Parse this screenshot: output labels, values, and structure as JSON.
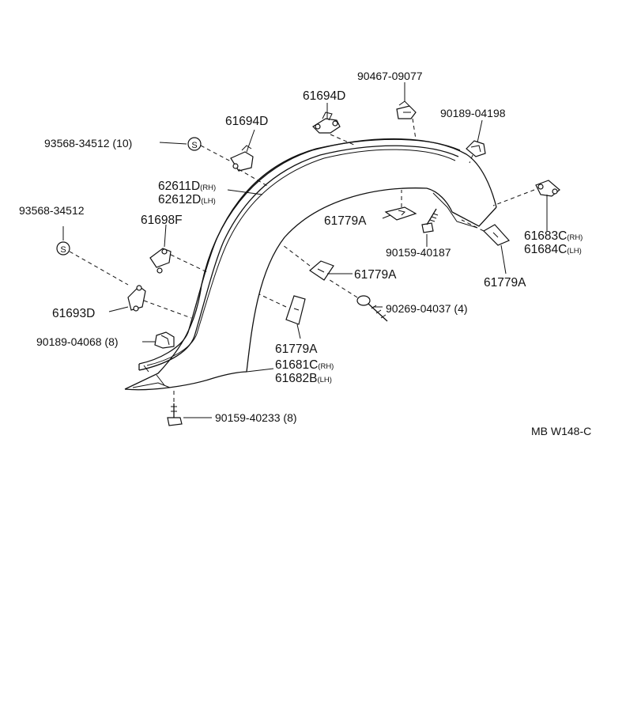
{
  "diagram_code": "MB W148-C",
  "labels": {
    "p90467": "90467-09077",
    "p61694d_top": "61694D",
    "p61694d_left": "61694D",
    "p90189_04198": "90189-04198",
    "p93568_10": "93568-34512 (10)",
    "p93568": "93568-34512",
    "p62611d": "62611D",
    "p62611d_sub": "(RH)",
    "p62612d": "62612D",
    "p62612d_sub": "(LH)",
    "p61698f": "61698F",
    "p61779a_1": "61779A",
    "p61779a_2": "61779A",
    "p61779a_3": "61779A",
    "p61779a_4": "61779A",
    "p61683c": "61683C",
    "p61683c_sub": "(RH)",
    "p61684c": "61684C",
    "p61684c_sub": "(LH)",
    "p90159_40187": "90159-40187",
    "p61693d": "61693D",
    "p90269": "90269-04037 (4)",
    "p90189_04068": "90189-04068 (8)",
    "p61681c": "61681C",
    "p61681c_sub": "(RH)",
    "p61682b": "61682B",
    "p61682b_sub": "(LH)",
    "p90159_40233": "90159-40233 (8)",
    "clip_mark": "S"
  },
  "icons": [
    "clip-s-icon",
    "clip-s-icon"
  ]
}
